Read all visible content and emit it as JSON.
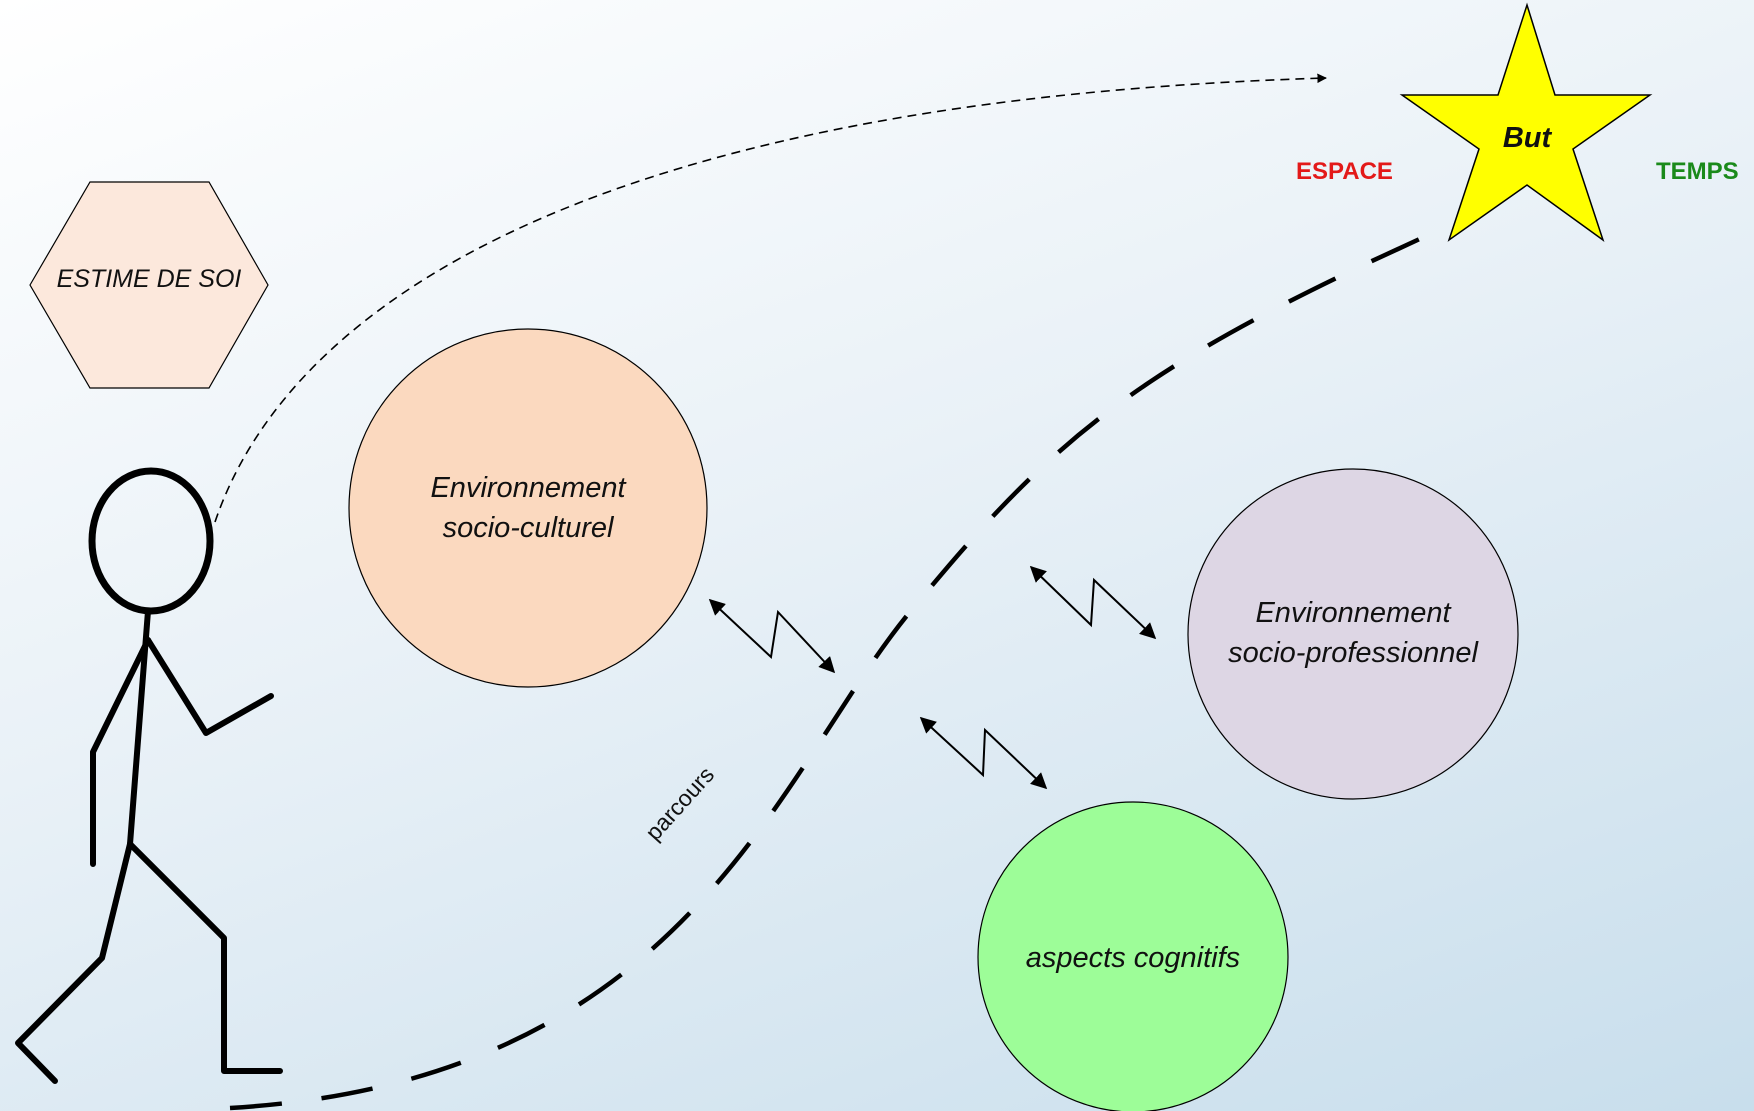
{
  "hexagon": {
    "label": "ESTIME DE SOI",
    "fill": "#fce8dc"
  },
  "circles": [
    {
      "label_line1": "Environnement",
      "label_line2": "socio-culturel",
      "fill": "#fbd9bf"
    },
    {
      "label_line1": "Environnement",
      "label_line2": "socio-professionnel",
      "fill": "#ddd6e4"
    },
    {
      "label_line1": "aspects cognitifs",
      "fill": "#9dfd98"
    }
  ],
  "goal": {
    "label": "But",
    "fill": "#ffff00",
    "left_label": "ESPACE",
    "left_color": "#e31919",
    "right_label": "TEMPS",
    "right_color": "#1a8a1a"
  },
  "path_label": "parcours"
}
